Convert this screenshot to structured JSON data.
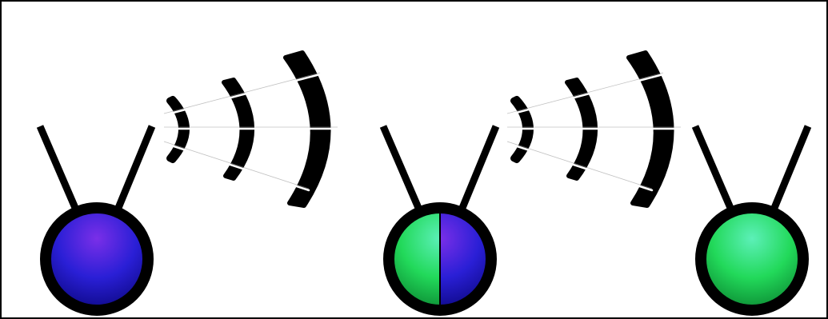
{
  "diagram": {
    "frame_border_color": "#000000",
    "ink_color": "#000000",
    "beam_color": "#ffffff",
    "colors": {
      "blue": "#2a1fd6",
      "blue_highlight": "#7a2fe8",
      "blue_dark": "#0f0a8a",
      "green": "#22d95a",
      "green_highlight": "#5cf0b8",
      "green_dark": "#0d8f35"
    },
    "nodes": [
      {
        "name": "left-antenna-node",
        "fill": "blue",
        "icon": "antenna-ball-icon"
      },
      {
        "name": "middle-antenna-node",
        "fill": "half-green-half-blue",
        "icon": "antenna-ball-icon"
      },
      {
        "name": "right-antenna-node",
        "fill": "green",
        "icon": "antenna-ball-icon"
      }
    ],
    "signals": [
      {
        "name": "signal-waves-left",
        "icon": "signal-waves-icon",
        "arc_count": 3,
        "beam_count": 3
      },
      {
        "name": "signal-waves-right",
        "icon": "signal-waves-icon",
        "arc_count": 3,
        "beam_count": 3
      }
    ]
  }
}
